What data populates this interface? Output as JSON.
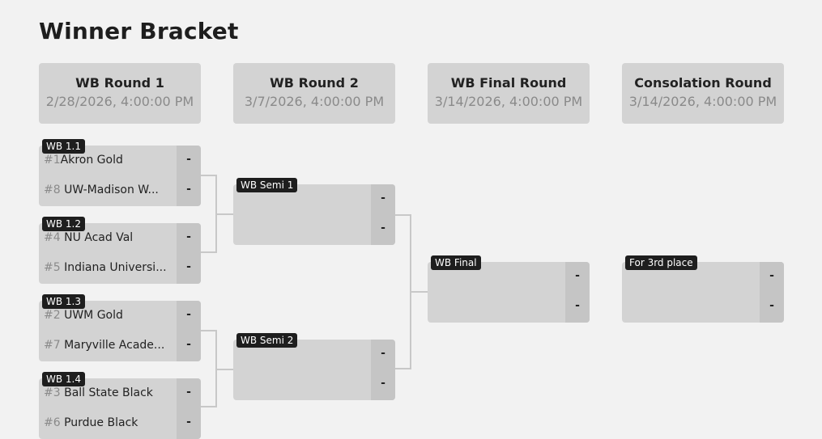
{
  "page": {
    "title": "Winner Bracket"
  },
  "rounds": [
    {
      "name": "WB Round 1",
      "date": "2/28/2026, 4:00:00 PM"
    },
    {
      "name": "WB Round 2",
      "date": "3/7/2026, 4:00:00 PM"
    },
    {
      "name": "WB Final Round",
      "date": "3/14/2026, 4:00:00 PM"
    },
    {
      "name": "Consolation Round",
      "date": "3/14/2026, 4:00:00 PM"
    }
  ],
  "matches": {
    "wb11": {
      "label": "WB 1.1",
      "team1_seed": "#1",
      "team1": "Akron Gold",
      "team1_score": "-",
      "team2_seed": "#8",
      "team2": "UW-Madison W...",
      "team2_score": "-"
    },
    "wb12": {
      "label": "WB 1.2",
      "team1_seed": "#4",
      "team1": "NU Acad Val",
      "team1_score": "-",
      "team2_seed": "#5",
      "team2": "Indiana Universi...",
      "team2_score": "-"
    },
    "wb13": {
      "label": "WB 1.3",
      "team1_seed": "#2",
      "team1": "UWM Gold",
      "team1_score": "-",
      "team2_seed": "#7",
      "team2": "Maryville Acade...",
      "team2_score": "-"
    },
    "wb14": {
      "label": "WB 1.4",
      "team1_seed": "#3",
      "team1": "Ball State Black",
      "team1_score": "-",
      "team2_seed": "#6",
      "team2": "Purdue Black",
      "team2_score": "-"
    },
    "semi1": {
      "label": "WB Semi 1",
      "team1_score": "-",
      "team2_score": "-"
    },
    "semi2": {
      "label": "WB Semi 2",
      "team1_score": "-",
      "team2_score": "-"
    },
    "final": {
      "label": "WB Final",
      "team1_score": "-",
      "team2_score": "-"
    },
    "third": {
      "label": "For 3rd place",
      "team1_score": "-",
      "team2_score": "-"
    }
  }
}
